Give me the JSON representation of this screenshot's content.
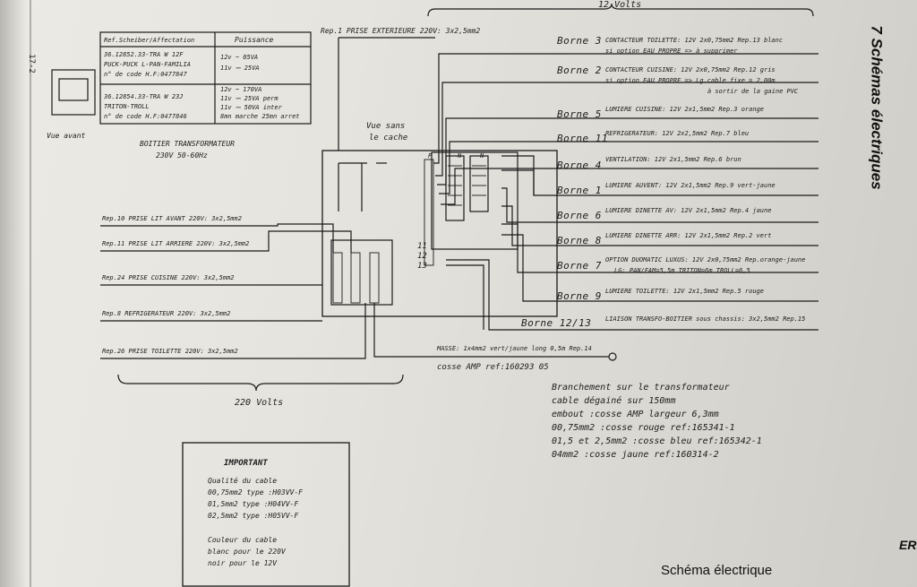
{
  "header": {
    "page_ref": "17-2",
    "section_number": "7",
    "section_title": "Schémas électriques",
    "top_group_label": "12 Volts",
    "bottom_group_label": "220 Volts",
    "view_label_1": "Vue sans",
    "view_label_2": "le cache",
    "front_view_label": "Vue avant",
    "caption": "Schéma électrique",
    "brand": "ERI"
  },
  "transformer_table": {
    "col1_header": "Ref.Scheiber/Affectation",
    "col2_header": "Puissance",
    "row1": [
      "36.12852.33-TRA W 12F",
      "PUCK-PUCK L-PAN-FAMILIA",
      "n° de code H.F:0477847"
    ],
    "row1_power": [
      "12v ~ 05VA",
      "11v ⎓ 25VA"
    ],
    "row2": [
      "36.12854.33-TRA W 23J",
      "TRITON-TROLL",
      "n° de code H.F:0477846"
    ],
    "row2_power": [
      "12v ~ 170VA",
      "11v ⎓ 25VA perm",
      "11v ⎓ 50VA inter",
      "8mn marche 25mn arret"
    ],
    "box_label": "BOITIER TRANSFORMATEUR",
    "box_sub": "230V 50-60Hz"
  },
  "top_feed": "Rep.1 PRISE EXTERIEURE 220V: 3x2,5mm2",
  "bornes_12v": [
    {
      "name": "Borne 3",
      "desc": "CONTACTEUR TOILETTE: 12V 2x0,75mm2 Rep.13 blanc",
      "note": "si option EAU PROPRE => à supprimer"
    },
    {
      "name": "Borne 2",
      "desc": "CONTACTEUR CUISINE: 12V 2x0,75mm2 Rep.12 gris",
      "note": "si option EAU PROPRE => Lg.cable fixe = 2,00m",
      "note2": "à sortir de la gaine PVC"
    },
    {
      "name": "Borne 5",
      "desc": "LUMIERE CUISINE: 12V 2x1,5mm2 Rep.3 orange"
    },
    {
      "name": "Borne 11",
      "desc": "REFRIGERATEUR: 12V 2x2,5mm2 Rep.7 bleu"
    },
    {
      "name": "Borne 4",
      "desc": "VENTILATION: 12V 2x1,5mm2 Rep.6 brun"
    },
    {
      "name": "Borne 1",
      "desc": "LUMIERE AUVENT: 12V 2x1,5mm2 Rep.9 vert-jaune"
    },
    {
      "name": "Borne 6",
      "desc": "LUMIERE DINETTE AV: 12V 2x1,5mm2 Rep.4 jaune"
    },
    {
      "name": "Borne 8",
      "desc": "LUMIERE DINETTE ARR: 12V 2x1,5mm2 Rep.2 vert"
    },
    {
      "name": "Borne 7",
      "desc": "OPTION DUOMATIC LUXUS: 12V 2x0,75mm2 Rep.orange-jaune",
      "note": "LG: PAN/FAM=5,5m TRITON=6m TROLL=6,5"
    },
    {
      "name": "Borne 9",
      "desc": "LUMIERE TOILETTE: 12V 2x1,5mm2 Rep.5 rouge"
    },
    {
      "name": "Borne 12/13",
      "desc": "LIAISON TRANSFO-BOITIER sous chassis: 3x2,5mm2 Rep.15"
    }
  ],
  "prises_220v": [
    "Rep.10 PRISE LIT AVANT 220V: 3x2,5mm2",
    "Rep.11 PRISE LIT ARRIERE 220V: 3x2,5mm2",
    "Rep.24 PRISE CUISINE 220V: 3x2,5mm2",
    "Rep.8  REFRIGERATEUR 220V: 3x2,5mm2",
    "Rep.26 PRISE TOILETTE 220V: 3x2,5mm2"
  ],
  "masse": {
    "line": "MASSE: 1x4mm2 vert/jaune long 0,5m Rep.14",
    "cosse": "cosse AMP ref:160293 05"
  },
  "terminal_numbers": [
    "11",
    "12",
    "13"
  ],
  "terminal_cols": [
    "P",
    "N",
    "N"
  ],
  "branchement": [
    "Branchement sur le transformateur",
    "cable dégainé sur 150mm",
    "embout :cosse AMP largeur 6,3mm",
    "00,75mm2          :cosse rouge ref:165341-1",
    "01,5 et 2,5mm2 :cosse bleu ref:165342-1",
    "04mm2              :cosse jaune ref:160314-2"
  ],
  "important": {
    "title": "IMPORTANT",
    "lines": [
      "Qualité du cable",
      "00,75mm2 type :H03VV-F",
      "01,5mm2  type :H04VV-F",
      "02,5mm2  type :H05VV-F"
    ],
    "lines2": [
      "Couleur du cable",
      "blanc pour le 220V",
      "noir pour le 12V"
    ]
  },
  "colors": {
    "paper": "#e6e4de",
    "ink": "#1c1c1c"
  }
}
